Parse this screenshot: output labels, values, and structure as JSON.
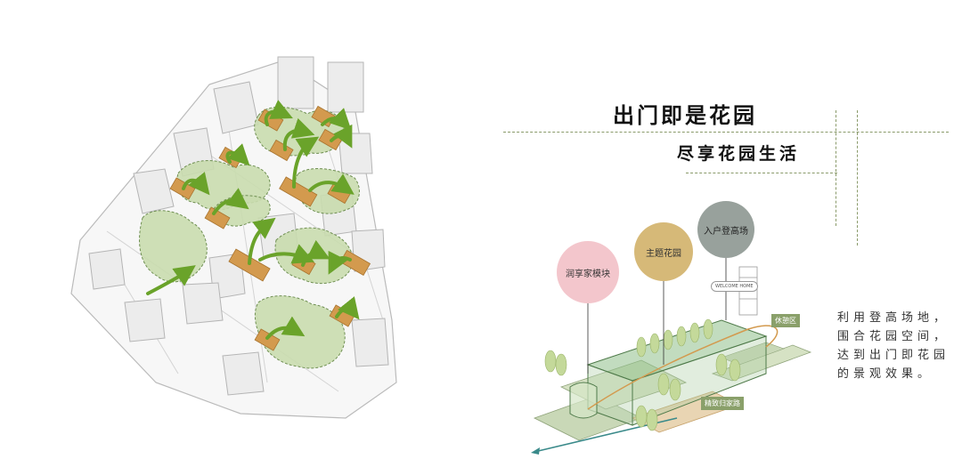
{
  "headline": {
    "title": "出门即是花园",
    "subtitle": "尽享花园生活"
  },
  "description_lines": [
    "利用登高场地，",
    "围合花园空间，",
    "达到出门即花园",
    "的景观效果。"
  ],
  "bubbles": [
    {
      "label": "润享家模块",
      "color": "#f3c6cc"
    },
    {
      "label": "主题花园",
      "color": "#d6b978"
    },
    {
      "label": "入户登高场",
      "color": "#98a19c"
    }
  ],
  "tags": {
    "rest_area": "休憩区",
    "path": "精致归家路",
    "welcome": "WELCOME HOME"
  },
  "colors": {
    "garden_green": "#c9dcae",
    "building_orange": "#d39a4e",
    "arrow_green": "#6aa32a",
    "line_olive": "#8a9a6a"
  }
}
